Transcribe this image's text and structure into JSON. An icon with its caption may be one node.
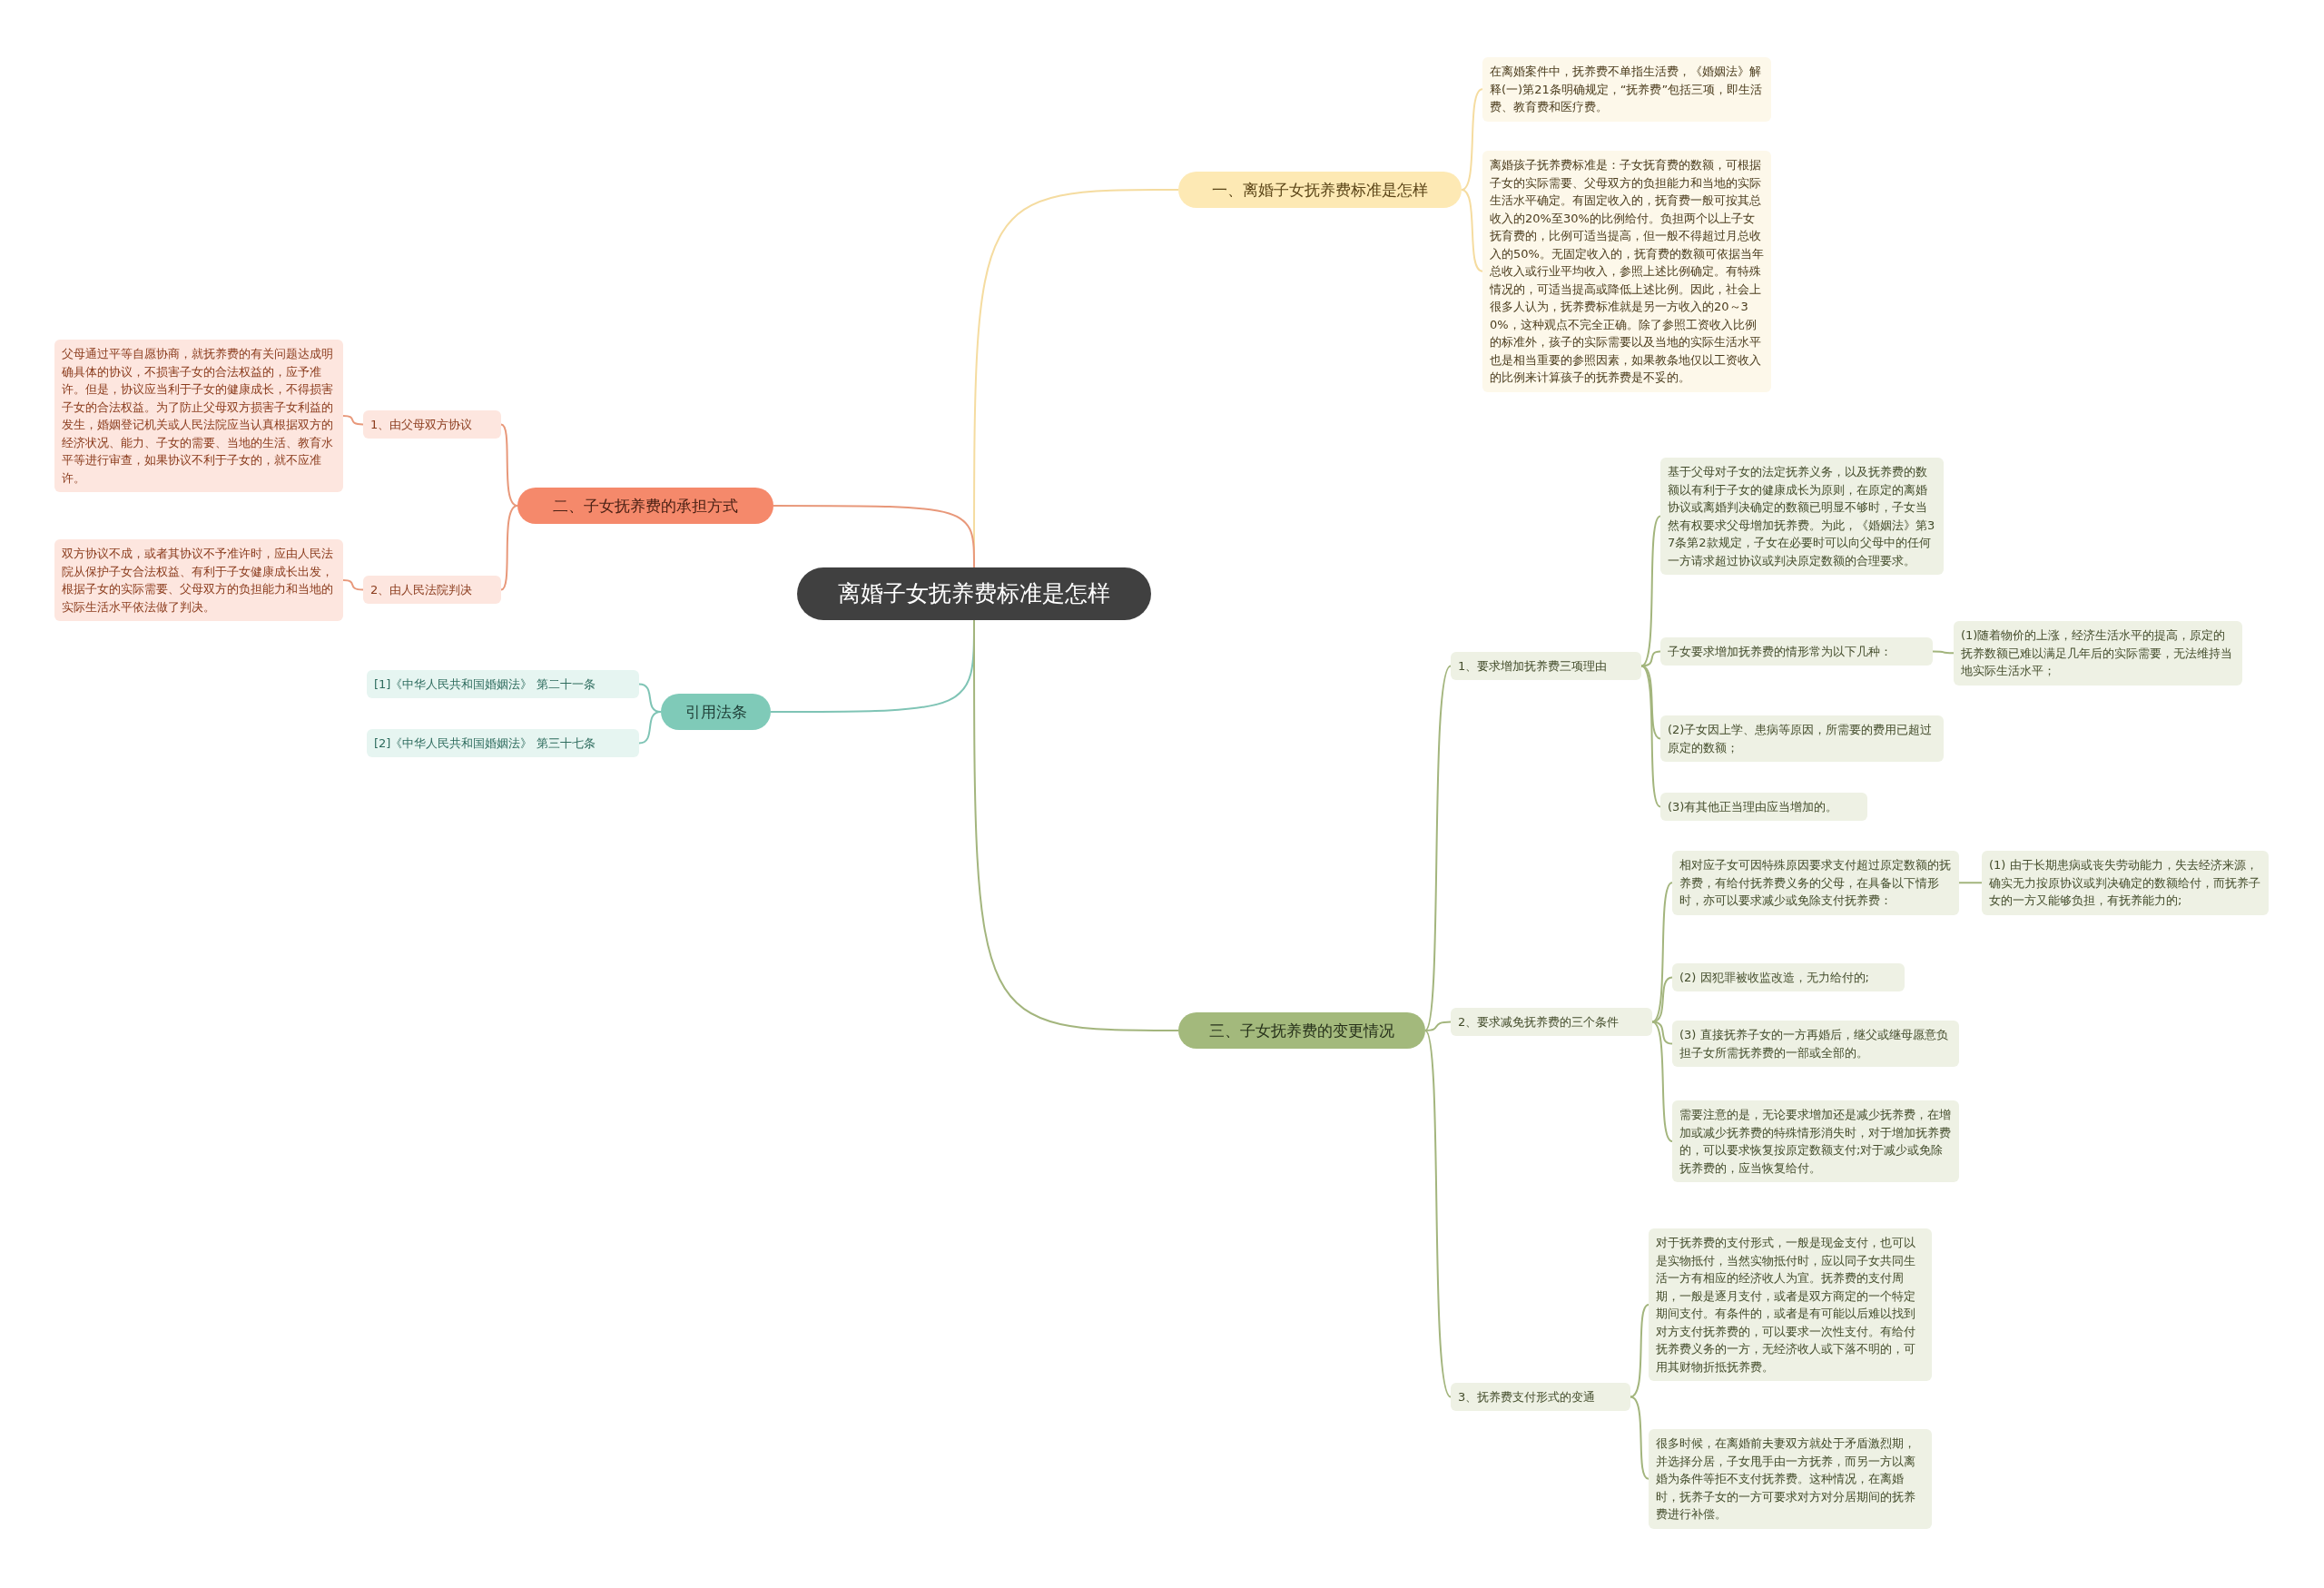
{
  "diagram": {
    "nodes": [
      {
        "text": [
          "离婚子女抚养费标准是怎样"
        ]
      },
      {
        "text": [
          "一、离婚子女抚养费标准是怎样"
        ]
      },
      {
        "text": [
          "在离婚案件中，抚养费不单指生活费，《婚姻法》解释(一)第21条明确规定，“抚养费”包括三项，即生活费、教育费和医疗费。"
        ]
      },
      {
        "text": [
          "离婚孩子抚养费标准是：子女抚育费的数额，可根据子女的实际需要、父母双方的负担能力和当地的实际生活水平确定。有固定收入的，抚育费一般可按其总收入的20%至30%的比例给付。负担两个以上子女抚育费的，比例可适当提高，但一般不得超过月总收入的50%。无固定收入的，抚育费的数额可依据当年总收入或行业平均收入，参照上述比例确定。有特殊情况的，可适当提高或降低上述比例。因此，社会上很多人认为，抚养费标准就是另一方收入的20～30%，这种观点不完全正确。除了参照工资收入比例的标准外，孩子的实际需要以及当地的实际生活水平也是相当重要的参照因素，如果教条地仅以工资收入的比例来计算孩子的抚养费是不妥的。"
        ]
      },
      {
        "text": [
          "二、子女抚养费的承担方式"
        ]
      },
      {
        "text": [
          "1、由父母双方协议"
        ]
      },
      {
        "text": [
          "父母通过平等自愿协商，就抚养费的有关问题达成明确具体的协议，不损害子女的合法权益的，应予准许。但是，协议应当利于子女的健康成长，不得损害子女的合法权益。为了防止父母双方损害子女利益的发生，婚姻登记机关或人民法院应当认真根据双方的经济状况、能力、子女的需要、当地的生活、教育水平等进行审查，如果协议不利于子女的，就不应准许。"
        ]
      },
      {
        "text": [
          "2、由人民法院判决"
        ]
      },
      {
        "text": [
          "双方协议不成，或者其协议不予准许时，应由人民法院从保护子女合法权益、有利于子女健康成长出发，根据子女的实际需要、父母双方的负担能力和当地的实际生活水平依法做了判决。"
        ]
      },
      {
        "text": [
          "引用法条"
        ]
      },
      {
        "text": [
          "[1]《中华人民共和国婚姻法》 第二十一条"
        ]
      },
      {
        "text": [
          "[2]《中华人民共和国婚姻法》 第三十七条"
        ]
      },
      {
        "text": [
          "三、子女抚养费的变更情况"
        ]
      },
      {
        "text": [
          "1、要求增加抚养费三项理由"
        ]
      },
      {
        "text": [
          "基于父母对子女的法定抚养义务，以及抚养费的数额以有利于子女的健康成长为原则，在原定的离婚协议或离婚判决确定的数额已明显不够时，子女当然有权要求父母增加抚养费。为此，《婚姻法》第37条第2款规定，子女在必要时可以向父母中的任何一方请求超过协议或判决原定数额的合理要求。"
        ]
      },
      {
        "text": [
          "子女要求增加抚养费的情形常为以下几种："
        ]
      },
      {
        "text": [
          "(1)随着物价的上涨，经济生活水平的提高，原定的抚养数额已难以满足几年后的实际需要，无法维持当地实际生活水平；"
        ]
      },
      {
        "text": [
          "(2)子女因上学、患病等原因，所需要的费用已超过原定的数额；"
        ]
      },
      {
        "text": [
          "(3)有其他正当理由应当增加的。"
        ]
      },
      {
        "text": [
          "2、要求减免抚养费的三个条件"
        ]
      },
      {
        "text": [
          "相对应子女可因特殊原因要求支付超过原定数额的抚养费，有给付抚养费义务的父母，在具备以下情形时，亦可以要求减少或免除支付抚养费："
        ]
      },
      {
        "text": [
          "(1) 由于长期患病或丧失劳动能力，失去经济来源，确实无力按原协议或判决确定的数额给付，而抚养子女的一方又能够负担，有抚养能力的;"
        ]
      },
      {
        "text": [
          "(2) 因犯罪被收监改造，无力给付的;"
        ]
      },
      {
        "text": [
          "(3) 直接抚养子女的一方再婚后，继父或继母愿意负担子女所需抚养费的一部或全部的。"
        ]
      },
      {
        "text": [
          "需要注意的是，无论要求增加还是减少抚养费，在增加或减少抚养费的特殊情形消失时，对于增加抚养费的，可以要求恢复按原定数额支付;对于减少或免除抚养费的，应当恢复给付。"
        ]
      },
      {
        "text": [
          "3、抚养费支付形式的变通"
        ]
      },
      {
        "text": [
          "对于抚养费的支付形式，一般是现金支付，也可以是实物抵付，当然实物抵付时，应以同子女共同生活一方有相应的经济收人为宜。抚养费的支付周期，一般是逐月支付，或者是双方商定的一个特定期间支付。有条件的，或者是有可能以后难以找到对方支付抚养费的，可以要求一次性支付。有给付抚养费义务的一方，无经济收人或下落不明的，可用其财物折抵抚养费。"
        ]
      },
      {
        "text": [
          "很多时候，在离婚前夫妻双方就处于矛盾激烈期，并选择分居，子女甩手由一方抚养，而另一方以离婚为条件等拒不支付抚养费。这种情况，在离婚时，抚养子女的一方可要求对方对分居期间的抚养费进行补偿。"
        ]
      }
    ],
    "edges": [
      {
        "from": 0,
        "to": 1,
        "arrow": "none",
        "color": "#f5dca0"
      },
      {
        "from": 1,
        "to": 2,
        "arrow": "none",
        "color": "#f5dca0"
      },
      {
        "from": 1,
        "to": 3,
        "arrow": "none",
        "color": "#f5dca0"
      },
      {
        "from": 0,
        "to": 4,
        "arrow": "none",
        "color": "#e8987a"
      },
      {
        "from": 4,
        "to": 5,
        "arrow": "none",
        "color": "#e8987a"
      },
      {
        "from": 5,
        "to": 6,
        "arrow": "none",
        "color": "#e8987a"
      },
      {
        "from": 4,
        "to": 7,
        "arrow": "none",
        "color": "#e8987a"
      },
      {
        "from": 7,
        "to": 8,
        "arrow": "none",
        "color": "#e8987a"
      },
      {
        "from": 0,
        "to": 9,
        "arrow": "none",
        "color": "#7fc4b5"
      },
      {
        "from": 9,
        "to": 10,
        "arrow": "none",
        "color": "#7fc4b5"
      },
      {
        "from": 9,
        "to": 11,
        "arrow": "none",
        "color": "#7fc4b5"
      },
      {
        "from": 0,
        "to": 12,
        "arrow": "none"
      },
      {
        "from": 12,
        "to": 13,
        "arrow": "none"
      },
      {
        "from": 13,
        "to": 14,
        "arrow": "none"
      },
      {
        "from": 13,
        "to": 15,
        "arrow": "none"
      },
      {
        "from": 15,
        "to": 16,
        "arrow": "none"
      },
      {
        "from": 13,
        "to": 17,
        "arrow": "none"
      },
      {
        "from": 13,
        "to": 18,
        "arrow": "none"
      },
      {
        "from": 12,
        "to": 19,
        "arrow": "none"
      },
      {
        "from": 19,
        "to": 20,
        "arrow": "none"
      },
      {
        "from": 20,
        "to": 21,
        "arrow": "none"
      },
      {
        "from": 19,
        "to": 22,
        "arrow": "none"
      },
      {
        "from": 19,
        "to": 23,
        "arrow": "none"
      },
      {
        "from": 19,
        "to": 24,
        "arrow": "none"
      },
      {
        "from": 12,
        "to": 25,
        "arrow": "none"
      },
      {
        "from": 25,
        "to": 26,
        "arrow": "none"
      },
      {
        "from": 25,
        "to": 27,
        "arrow": "none"
      }
    ]
  }
}
